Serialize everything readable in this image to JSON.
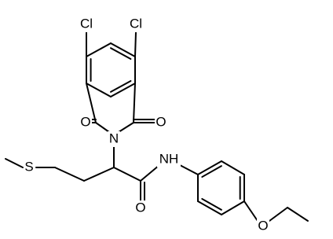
{
  "molecule": {
    "labels": {
      "cl_left": "Cl",
      "cl_right": "Cl",
      "o_left": "O",
      "o_right": "O",
      "n_ring": "N",
      "s": "S",
      "nh": "NH",
      "o_amide": "O",
      "o_ether": "O"
    },
    "colors": {
      "bond": "#000000",
      "atom_text": "#000000",
      "background": "#ffffff"
    }
  }
}
